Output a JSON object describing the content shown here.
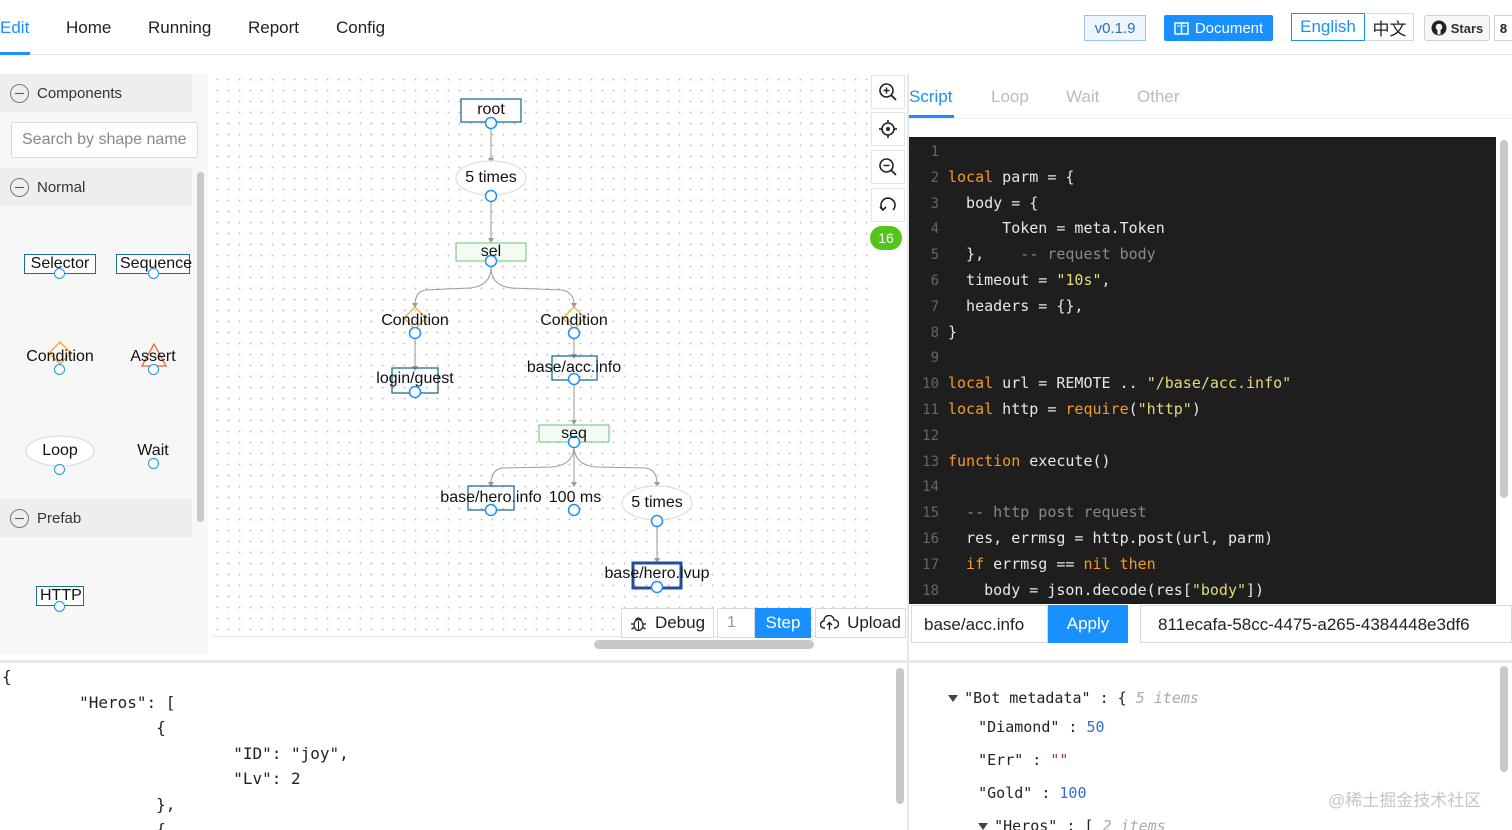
{
  "nav": {
    "items": [
      {
        "label": "Edit"
      },
      {
        "label": "Home"
      },
      {
        "label": "Running"
      },
      {
        "label": "Report"
      },
      {
        "label": "Config"
      }
    ],
    "version": "v0.1.9",
    "document": "Document",
    "lang_en": "English",
    "lang_cn": "中文",
    "stars": "Stars",
    "stars_count": "8"
  },
  "left": {
    "components": "Components",
    "search_placeholder": "Search by shape name",
    "normal": "Normal",
    "prefab": "Prefab",
    "selector": "Selector",
    "sequence": "Sequence",
    "condition": "Condition",
    "assert": "Assert",
    "loop": "Loop",
    "wait": "Wait",
    "http": "HTTP"
  },
  "graph": {
    "root": "root",
    "loop1": "5 times",
    "sel": "sel",
    "cond1": "Condition",
    "cond2": "Condition",
    "login": "login/guest",
    "accinfo": "base/acc.info",
    "seq": "seq",
    "heroinfo": "base/hero.info",
    "wait": "100 ms",
    "loop2": "5 times",
    "herolvup": "base/hero.lvup"
  },
  "tools": {
    "badge": "16",
    "debug": "Debug",
    "step_value": "1",
    "step": "Step",
    "upload": "Upload"
  },
  "right": {
    "tabs": [
      {
        "label": "Script"
      },
      {
        "label": "Loop"
      },
      {
        "label": "Wait"
      },
      {
        "label": "Other"
      }
    ],
    "code": [
      {
        "n": "1",
        "parts": []
      },
      {
        "n": "2",
        "parts": [
          {
            "c": "kw",
            "t": "local"
          },
          {
            "c": "",
            "t": " parm = {"
          }
        ]
      },
      {
        "n": "3",
        "parts": [
          {
            "c": "",
            "t": "  body = {"
          }
        ]
      },
      {
        "n": "4",
        "parts": [
          {
            "c": "",
            "t": "      Token = meta.Token"
          }
        ]
      },
      {
        "n": "5",
        "parts": [
          {
            "c": "",
            "t": "  },    "
          },
          {
            "c": "cm",
            "t": "-- request body"
          }
        ]
      },
      {
        "n": "6",
        "parts": [
          {
            "c": "",
            "t": "  timeout = "
          },
          {
            "c": "str",
            "t": "\"10s\""
          },
          {
            "c": "",
            "t": ","
          }
        ]
      },
      {
        "n": "7",
        "parts": [
          {
            "c": "",
            "t": "  headers = {},"
          }
        ]
      },
      {
        "n": "8",
        "parts": [
          {
            "c": "",
            "t": "}"
          }
        ]
      },
      {
        "n": "9",
        "parts": []
      },
      {
        "n": "10",
        "parts": [
          {
            "c": "kw",
            "t": "local"
          },
          {
            "c": "",
            "t": " url = REMOTE .. "
          },
          {
            "c": "str",
            "t": "\"/base/acc.info\""
          }
        ]
      },
      {
        "n": "11",
        "parts": [
          {
            "c": "kw",
            "t": "local"
          },
          {
            "c": "",
            "t": " http = "
          },
          {
            "c": "kw",
            "t": "require"
          },
          {
            "c": "",
            "t": "("
          },
          {
            "c": "str",
            "t": "\"http\""
          },
          {
            "c": "",
            "t": ")"
          }
        ]
      },
      {
        "n": "12",
        "parts": []
      },
      {
        "n": "13",
        "parts": [
          {
            "c": "kw",
            "t": "function"
          },
          {
            "c": "",
            "t": " execute()"
          }
        ]
      },
      {
        "n": "14",
        "parts": []
      },
      {
        "n": "15",
        "parts": [
          {
            "c": "cm",
            "t": "  -- http post request"
          }
        ]
      },
      {
        "n": "16",
        "parts": [
          {
            "c": "",
            "t": "  res, errmsg = http.post(url, parm)"
          }
        ]
      },
      {
        "n": "17",
        "parts": [
          {
            "c": "kw",
            "t": "  if"
          },
          {
            "c": "",
            "t": " errmsg == "
          },
          {
            "c": "kw",
            "t": "nil"
          },
          {
            "c": "",
            "t": " "
          },
          {
            "c": "kw",
            "t": "then"
          }
        ]
      },
      {
        "n": "18",
        "parts": [
          {
            "c": "",
            "t": "    body = json.decode(res["
          },
          {
            "c": "str",
            "t": "\"body\""
          },
          {
            "c": "",
            "t": "])"
          }
        ]
      }
    ],
    "path_value": "base/acc.info",
    "apply": "Apply",
    "uuid": "811ecafa-58cc-4475-a265-4384448e3df6"
  },
  "json_output": [
    "{",
    "        \"Heros\": [",
    "                {",
    "                        \"ID\": \"joy\",",
    "                        \"Lv\": 2",
    "                },",
    "                {"
  ],
  "tree": {
    "root_key": "\"Bot metadata\"",
    "root_open": " : {",
    "root_meta": "5 items",
    "diamond_key": "\"Diamond\"",
    "diamond_val": "50",
    "err_key": "\"Err\"",
    "err_val": "\"\"",
    "gold_key": "\"Gold\"",
    "gold_val": "100",
    "heros_key": "\"Heros\"",
    "heros_open": " : [",
    "heros_meta": "2 items",
    "colon": " : "
  },
  "watermark": "@稀土掘金技术社区",
  "colors": {
    "accent": "#1890ff",
    "success": "#52c41a",
    "editor_bg": "#1e1e1e",
    "keyword": "#f59a23",
    "string": "#e6db74"
  }
}
